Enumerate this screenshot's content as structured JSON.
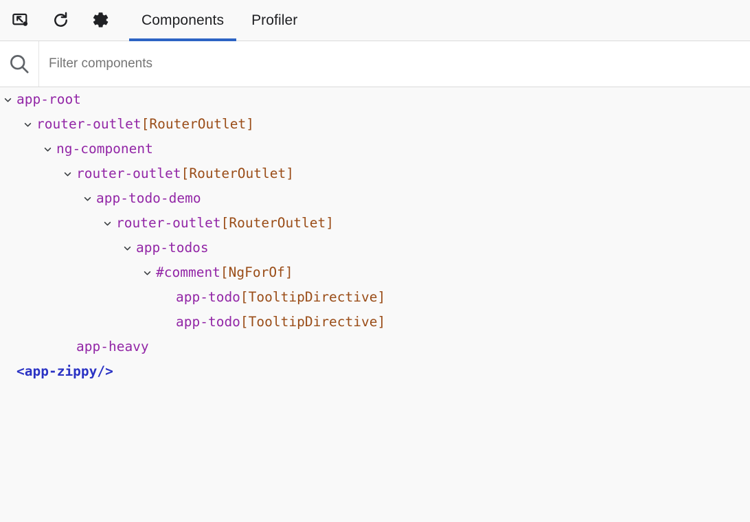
{
  "toolbar": {
    "icons": [
      {
        "name": "inspect-element-icon",
        "label": "Inspect element"
      },
      {
        "name": "refresh-icon",
        "label": "Reload"
      },
      {
        "name": "gear-icon",
        "label": "Settings"
      }
    ],
    "tabs": [
      {
        "label": "Components",
        "active": true
      },
      {
        "label": "Profiler",
        "active": false
      }
    ],
    "active_tab_color": "#2c63c4"
  },
  "search": {
    "icon": "search-icon",
    "placeholder": "Filter components",
    "value": ""
  },
  "tree": {
    "name_color": "#9226a6",
    "directive_color": "#9a4d18",
    "raw_color": "#2b33c4",
    "nodes": [
      {
        "name": "app-root",
        "directives": "",
        "depth": 0,
        "expandable": true,
        "expanded": true,
        "raw": false
      },
      {
        "name": "router-outlet",
        "directives": "[RouterOutlet]",
        "depth": 1,
        "expandable": true,
        "expanded": true,
        "raw": false
      },
      {
        "name": "ng-component",
        "directives": "",
        "depth": 2,
        "expandable": true,
        "expanded": true,
        "raw": false
      },
      {
        "name": "router-outlet",
        "directives": "[RouterOutlet]",
        "depth": 3,
        "expandable": true,
        "expanded": true,
        "raw": false
      },
      {
        "name": "app-todo-demo",
        "directives": "",
        "depth": 4,
        "expandable": true,
        "expanded": true,
        "raw": false
      },
      {
        "name": "router-outlet",
        "directives": "[RouterOutlet]",
        "depth": 5,
        "expandable": true,
        "expanded": true,
        "raw": false
      },
      {
        "name": "app-todos",
        "directives": "",
        "depth": 6,
        "expandable": true,
        "expanded": true,
        "raw": false
      },
      {
        "name": "#comment",
        "directives": "[NgForOf]",
        "depth": 7,
        "expandable": true,
        "expanded": true,
        "raw": false
      },
      {
        "name": "app-todo",
        "directives": "[TooltipDirective]",
        "depth": 8,
        "expandable": false,
        "expanded": false,
        "raw": false
      },
      {
        "name": "app-todo",
        "directives": "[TooltipDirective]",
        "depth": 8,
        "expandable": false,
        "expanded": false,
        "raw": false
      },
      {
        "name": "app-heavy",
        "directives": "",
        "depth": 3,
        "expandable": false,
        "expanded": false,
        "raw": false
      },
      {
        "name": "<app-zippy/>",
        "directives": "",
        "depth": 0,
        "expandable": false,
        "expanded": false,
        "raw": true
      }
    ]
  }
}
